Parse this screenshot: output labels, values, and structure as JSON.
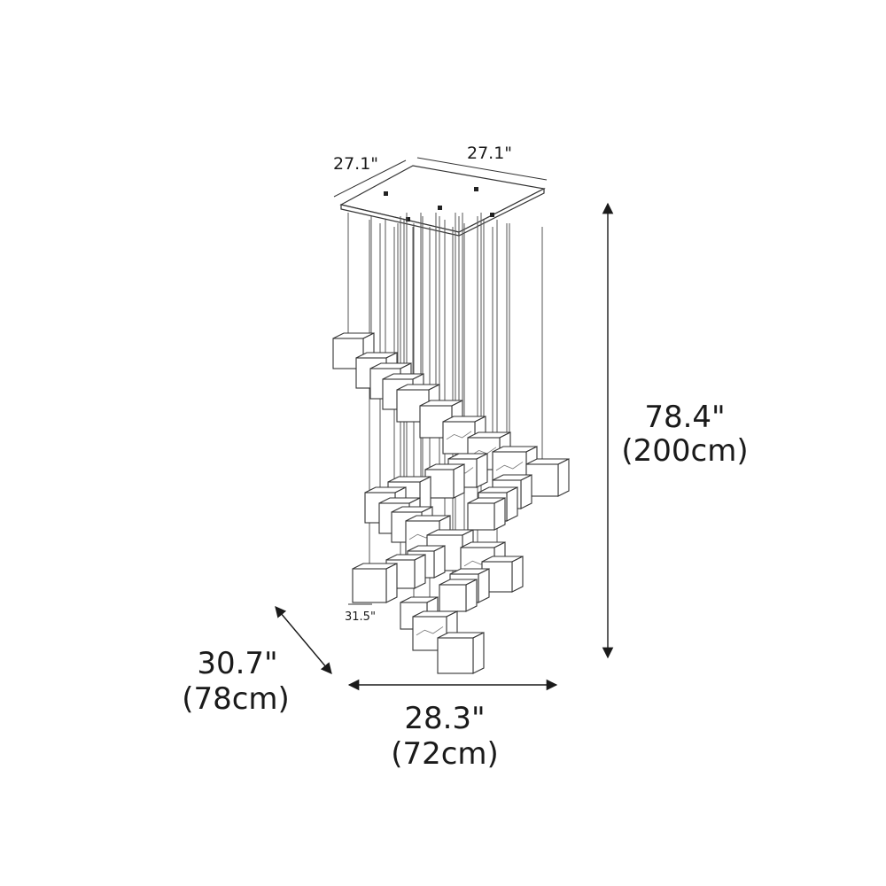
{
  "colors": {
    "line": "#333333",
    "text": "#1a1a1a",
    "background": "#ffffff"
  },
  "dimensions": {
    "canopy_left_width": "27.1\"",
    "canopy_right_width": "27.1\"",
    "height_in": "78.4\"",
    "height_cm": "(200cm)",
    "depth_in": "30.7\"",
    "depth_cm": "(78cm)",
    "width_in": "28.3\"",
    "width_cm": "(72cm)",
    "cube_size": "31.5\""
  }
}
